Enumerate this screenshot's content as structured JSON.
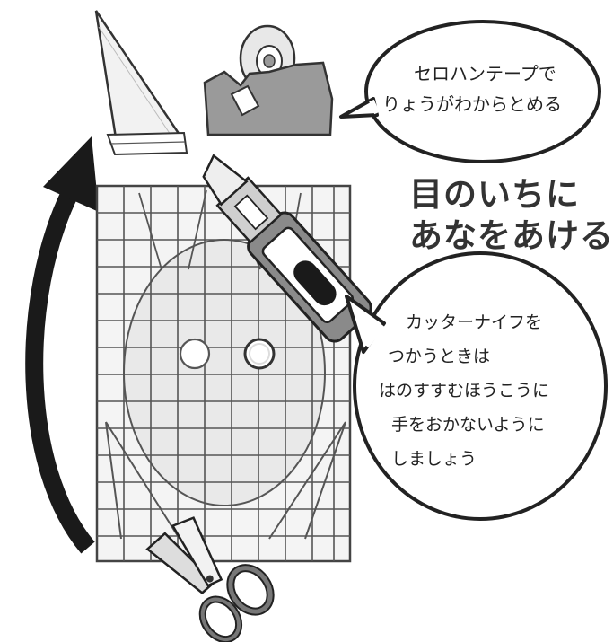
{
  "tape_bubble": {
    "line1": "セロハンテープで",
    "line2": "りょうがわからとめる"
  },
  "title": {
    "line1": "目のいちに",
    "line2": "あなをあける"
  },
  "cutter_bubble": {
    "line1": "カッターナイフを",
    "line2": "つかうときは",
    "line3": "はのすすむほうこうに",
    "line4": "手をおかないように",
    "line5": "しましょう"
  },
  "icons": [
    "paper-cone-icon",
    "tape-dispenser-icon",
    "cutter-knife-icon",
    "scissors-icon",
    "curved-arrow-icon",
    "cutting-mat-icon"
  ],
  "colors": {
    "outline": "#333333",
    "grid": "#555555",
    "mat": "#f4f4f4",
    "dispenser": "#9a9a9a",
    "knife_body": "#7a7a7a"
  }
}
